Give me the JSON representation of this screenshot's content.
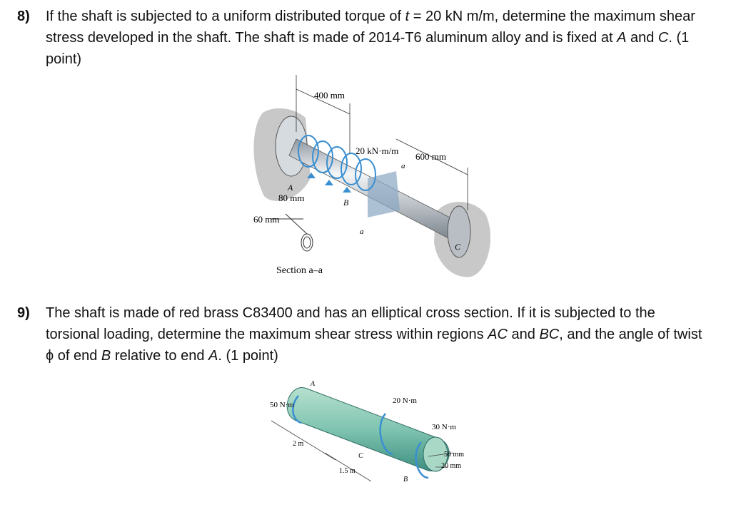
{
  "problem8": {
    "number": "8)",
    "text_parts": {
      "a": "If the shaft is subjected to a uniform distributed torque of ",
      "t": "t",
      "b": " = 20 kN m/m, determine the maximum shear stress developed in the shaft. The shaft is made of 2014-T6 aluminum alloy and is fixed at ",
      "A": "A",
      "c": " and ",
      "C": "C",
      "d": ". (1 point)"
    },
    "figure_labels": {
      "dim_400": "400 mm",
      "torque": "20 kN·m/m",
      "dim_600": "600 mm",
      "a_top": "a",
      "a_bottom": "a",
      "point_A": "A",
      "point_B": "B",
      "point_C": "C",
      "dim_80": "80 mm",
      "dim_60": "60 mm",
      "section": "Section a–a"
    }
  },
  "problem9": {
    "number": "9)",
    "text_parts": {
      "a": "The shaft is made of red brass C83400 and has an elliptical cross section. If it is subjected to the torsional loading, determine the maximum shear stress within regions ",
      "AC": "AC",
      "b": " and ",
      "BC": "BC",
      "c": ", and the angle of twist ",
      "phi": "ϕ",
      "d": " of end ",
      "B": "B",
      "e": " relative to end ",
      "A": "A",
      "f": ". (1 point)"
    },
    "figure_labels": {
      "torque_A": "50 N·m",
      "torque_C": "20 N·m",
      "torque_B": "30 N·m",
      "dim_2m": "2 m",
      "dim_15m": "1.5 m",
      "dim_50mm": "50 mm",
      "dim_20mm": "20 mm",
      "point_A": "A",
      "point_B": "B",
      "point_C": "C"
    }
  },
  "colors": {
    "shaft_blue": "#3a8fd1",
    "shaft_teal": "#7fc4b0",
    "wall_gray": "#c8c8c8",
    "steel": "#d6dbe0"
  }
}
